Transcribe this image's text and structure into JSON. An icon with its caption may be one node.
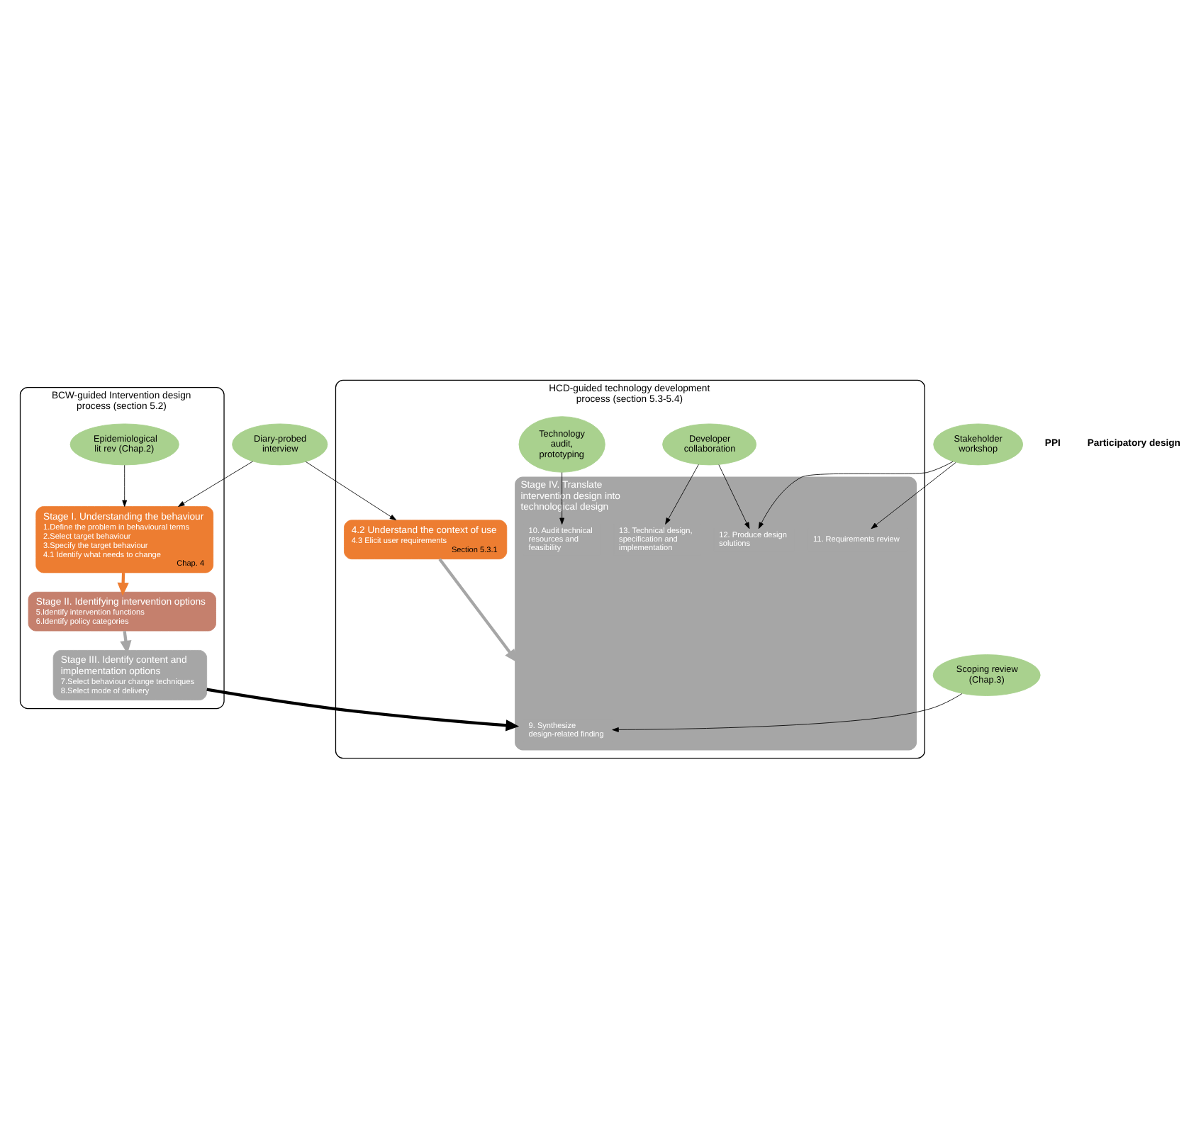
{
  "diagram": {
    "nodes": [
      {
        "text": [
          "BCW-guided Intervention design process (section 5.2)"
        ]
      },
      {
        "text": [
          "Epidemiological lit rev (Chap.2)"
        ],
        "in": 0
      },
      {
        "text": [
          "Stage I. Understanding the behaviour",
          "1.Define the problem in behavioural terms",
          "2.Select target behaviour",
          "3.Specify the target behaviour",
          "4.1 Identify what needs to change",
          "Chap. 4"
        ],
        "in": 0
      },
      {
        "text": [
          "Stage II. Identifying intervention options",
          "5.Identify intervention functions",
          "6.Identify policy categories"
        ],
        "in": 0
      },
      {
        "text": [
          "Stage III. Identify content and implementation options",
          "7.Select behaviour change techniques",
          "8.Select mode of delivery"
        ],
        "in": 0
      },
      {
        "text": [
          "HCD-guided technology development process (section 5.3-5.4)"
        ]
      },
      {
        "text": [
          "4.2 Understand the context of use",
          "4.3 Elicit user requirements",
          "Section 5.3.1"
        ],
        "in": 5
      },
      {
        "text": [
          "Stage IV. Translate intervention design into technological design"
        ],
        "in": 5
      },
      {
        "text": [
          "9. Synthesize design-related finding"
        ],
        "in": 7
      },
      {
        "text": [
          "10. Audit technical resources and feasibility"
        ],
        "in": 7
      },
      {
        "text": [
          "11. Requirements review"
        ],
        "in": 7
      },
      {
        "text": [
          "12. Produce design solutions"
        ],
        "in": 7
      },
      {
        "text": [
          "13. Technical design, specification and implementation"
        ],
        "in": 7
      },
      {
        "text": [
          "Diary-probed interview"
        ]
      },
      {
        "text": [
          "Scoping review (Chap.3)"
        ]
      },
      {
        "text": [
          "Technology audit, prototyping"
        ],
        "in": 5
      },
      {
        "text": [
          "Stakeholder workshop"
        ]
      },
      {
        "text": [
          "Developer collaboration"
        ],
        "in": 5
      }
    ],
    "edges": [
      {
        "from": 1,
        "to": 2,
        "arrow": "to"
      },
      {
        "from": 2,
        "to": 3,
        "arrow": "to",
        "style": "thick",
        "color": "#ed7d31"
      },
      {
        "from": 3,
        "to": 4,
        "arrow": "to",
        "style": "thick",
        "color": "#a6a6a6"
      },
      {
        "from": 6,
        "to": 7,
        "arrow": "to",
        "style": "thick",
        "color": "#a6a6a6"
      },
      {
        "from": 4,
        "to": 7,
        "arrow": "to",
        "style": "thick"
      },
      {
        "from": 13,
        "to": 6,
        "arrow": "to"
      },
      {
        "from": 13,
        "to": 2,
        "arrow": "to"
      },
      {
        "from": 14,
        "to": 8,
        "arrow": "to"
      },
      {
        "from": 15,
        "to": 9,
        "arrow": "to"
      },
      {
        "from": 16,
        "to": 10,
        "arrow": "to"
      },
      {
        "from": 16,
        "to": 11,
        "arrow": "to"
      },
      {
        "from": 17,
        "to": 11,
        "arrow": "to"
      },
      {
        "from": 17,
        "to": 12,
        "arrow": "to"
      }
    ],
    "labels": [
      "PPI",
      "Participatory design"
    ]
  }
}
